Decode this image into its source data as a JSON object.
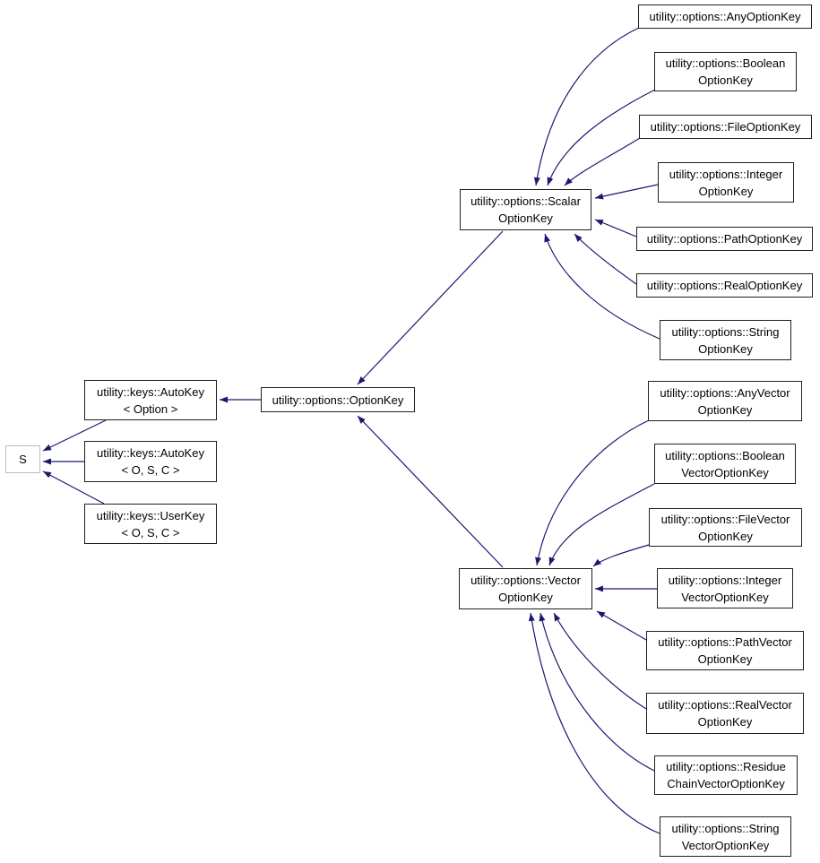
{
  "diagram": {
    "type": "class-inheritance-graph",
    "colors": {
      "edge": "#191970",
      "node_border": "#1f1f1f",
      "truncated_node_border": "#bdbdbd",
      "node_background": "#ffffff"
    },
    "nodes": {
      "s": {
        "label": "S"
      },
      "autoKeyOption": {
        "label": "utility::keys::AutoKey\n< Option >"
      },
      "autoKeyOSC": {
        "label": "utility::keys::AutoKey\n< O, S, C >"
      },
      "userKeyOSC": {
        "label": "utility::keys::UserKey\n< O, S, C >"
      },
      "optionKey": {
        "label": "utility::options::OptionKey"
      },
      "scalar": {
        "label": "utility::options::Scalar\nOptionKey"
      },
      "vector": {
        "label": "utility::options::Vector\nOptionKey"
      },
      "any": {
        "label": "utility::options::AnyOptionKey"
      },
      "boolean": {
        "label": "utility::options::Boolean\nOptionKey"
      },
      "file": {
        "label": "utility::options::FileOptionKey"
      },
      "integer": {
        "label": "utility::options::Integer\nOptionKey"
      },
      "path": {
        "label": "utility::options::PathOptionKey"
      },
      "real": {
        "label": "utility::options::RealOptionKey"
      },
      "string": {
        "label": "utility::options::String\nOptionKey"
      },
      "anyVector": {
        "label": "utility::options::AnyVector\nOptionKey"
      },
      "booleanVector": {
        "label": "utility::options::Boolean\nVectorOptionKey"
      },
      "fileVector": {
        "label": "utility::options::FileVector\nOptionKey"
      },
      "integerVector": {
        "label": "utility::options::Integer\nVectorOptionKey"
      },
      "pathVector": {
        "label": "utility::options::PathVector\nOptionKey"
      },
      "realVector": {
        "label": "utility::options::RealVector\nOptionKey"
      },
      "residueChainVector": {
        "label": "utility::options::Residue\nChainVectorOptionKey"
      },
      "stringVector": {
        "label": "utility::options::String\nVectorOptionKey"
      }
    },
    "edges": [
      {
        "from": "utility::keys::AutoKey< Option >",
        "to": "S"
      },
      {
        "from": "utility::keys::AutoKey< O, S, C >",
        "to": "S"
      },
      {
        "from": "utility::keys::UserKey< O, S, C >",
        "to": "S"
      },
      {
        "from": "utility::options::OptionKey",
        "to": "utility::keys::AutoKey< Option >"
      },
      {
        "from": "utility::options::ScalarOptionKey",
        "to": "utility::options::OptionKey"
      },
      {
        "from": "utility::options::VectorOptionKey",
        "to": "utility::options::OptionKey"
      },
      {
        "from": "utility::options::AnyOptionKey",
        "to": "utility::options::ScalarOptionKey"
      },
      {
        "from": "utility::options::BooleanOptionKey",
        "to": "utility::options::ScalarOptionKey"
      },
      {
        "from": "utility::options::FileOptionKey",
        "to": "utility::options::ScalarOptionKey"
      },
      {
        "from": "utility::options::IntegerOptionKey",
        "to": "utility::options::ScalarOptionKey"
      },
      {
        "from": "utility::options::PathOptionKey",
        "to": "utility::options::ScalarOptionKey"
      },
      {
        "from": "utility::options::RealOptionKey",
        "to": "utility::options::ScalarOptionKey"
      },
      {
        "from": "utility::options::StringOptionKey",
        "to": "utility::options::ScalarOptionKey"
      },
      {
        "from": "utility::options::AnyVectorOptionKey",
        "to": "utility::options::VectorOptionKey"
      },
      {
        "from": "utility::options::BooleanVectorOptionKey",
        "to": "utility::options::VectorOptionKey"
      },
      {
        "from": "utility::options::FileVectorOptionKey",
        "to": "utility::options::VectorOptionKey"
      },
      {
        "from": "utility::options::IntegerVectorOptionKey",
        "to": "utility::options::VectorOptionKey"
      },
      {
        "from": "utility::options::PathVectorOptionKey",
        "to": "utility::options::VectorOptionKey"
      },
      {
        "from": "utility::options::RealVectorOptionKey",
        "to": "utility::options::VectorOptionKey"
      },
      {
        "from": "utility::options::ResidueChainVectorOptionKey",
        "to": "utility::options::VectorOptionKey"
      },
      {
        "from": "utility::options::StringVectorOptionKey",
        "to": "utility::options::VectorOptionKey"
      }
    ]
  }
}
